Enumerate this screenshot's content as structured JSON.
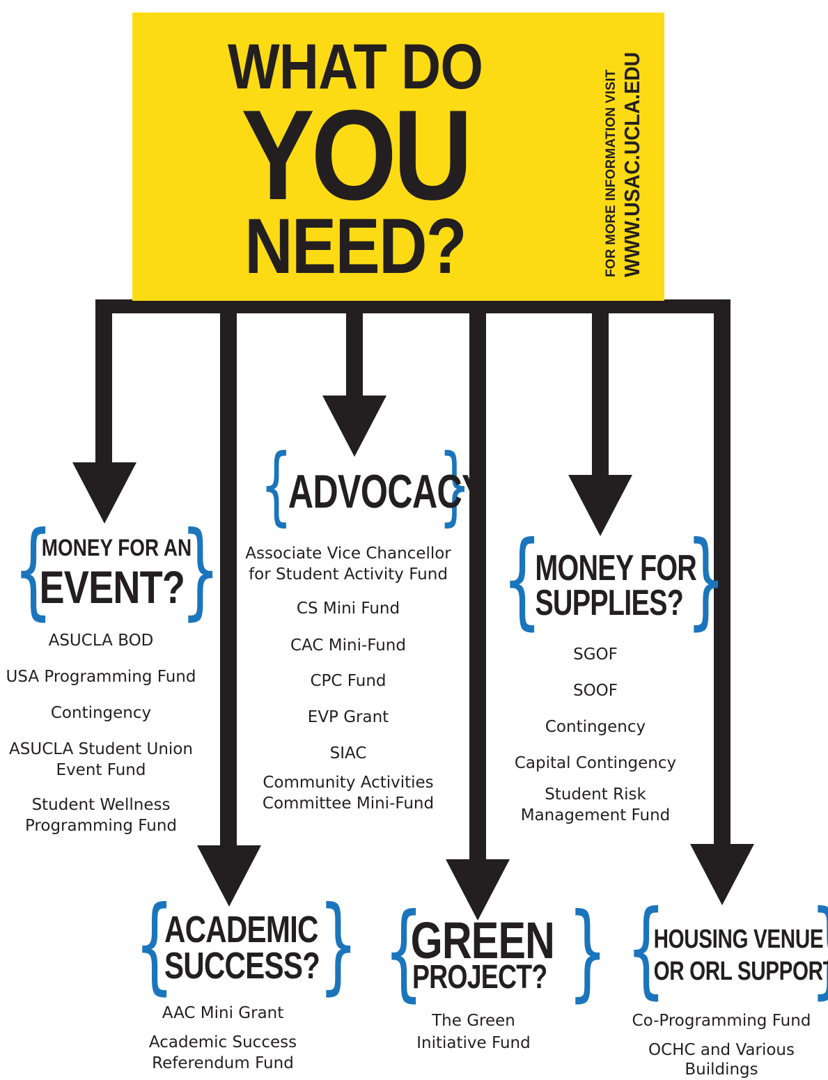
{
  "header": {
    "line1": "WHAT DO",
    "line2": "YOU",
    "line3": "NEED?",
    "info_label": "FOR MORE INFORMATION VISIT",
    "info_url": "WWW.USAC.UCLA.EDU"
  },
  "colors": {
    "yellow": "#fddb14",
    "brace_blue": "#1b75bc",
    "ink": "#231f20"
  },
  "categories": {
    "event": {
      "line1": "MONEY FOR AN",
      "line2": "EVENT?",
      "items": [
        "ASUCLA BOD",
        "USA Programming Fund",
        "Contingency",
        "ASUCLA Student Union",
        "Event Fund",
        "Student Wellness",
        "Programming Fund"
      ]
    },
    "advocacy": {
      "line1": "ADVOCACY",
      "items": [
        "Associate Vice Chancellor",
        "for Student Activity Fund",
        "CS Mini Fund",
        "CAC Mini-Fund",
        "CPC Fund",
        "EVP Grant",
        "SIAC",
        "Community Activities",
        "Committee Mini-Fund"
      ]
    },
    "supplies": {
      "line1": "MONEY FOR",
      "line2": "SUPPLIES?",
      "items": [
        "SGOF",
        "SOOF",
        "Contingency",
        "Capital Contingency",
        "Student Risk",
        "Management Fund"
      ]
    },
    "academic": {
      "line1": "ACADEMIC",
      "line2": "SUCCESS?",
      "items": [
        "AAC Mini Grant",
        "Academic Success",
        "Referendum Fund"
      ]
    },
    "green": {
      "line1": "GREEN",
      "line2": "PROJECT?",
      "items": [
        "The Green",
        "Initiative Fund"
      ]
    },
    "housing": {
      "line1": "HOUSING VENUE",
      "line2": "OR ORL SUPPORT",
      "items": [
        "Co-Programming Fund",
        "OCHC and Various",
        "Buildings"
      ]
    }
  }
}
